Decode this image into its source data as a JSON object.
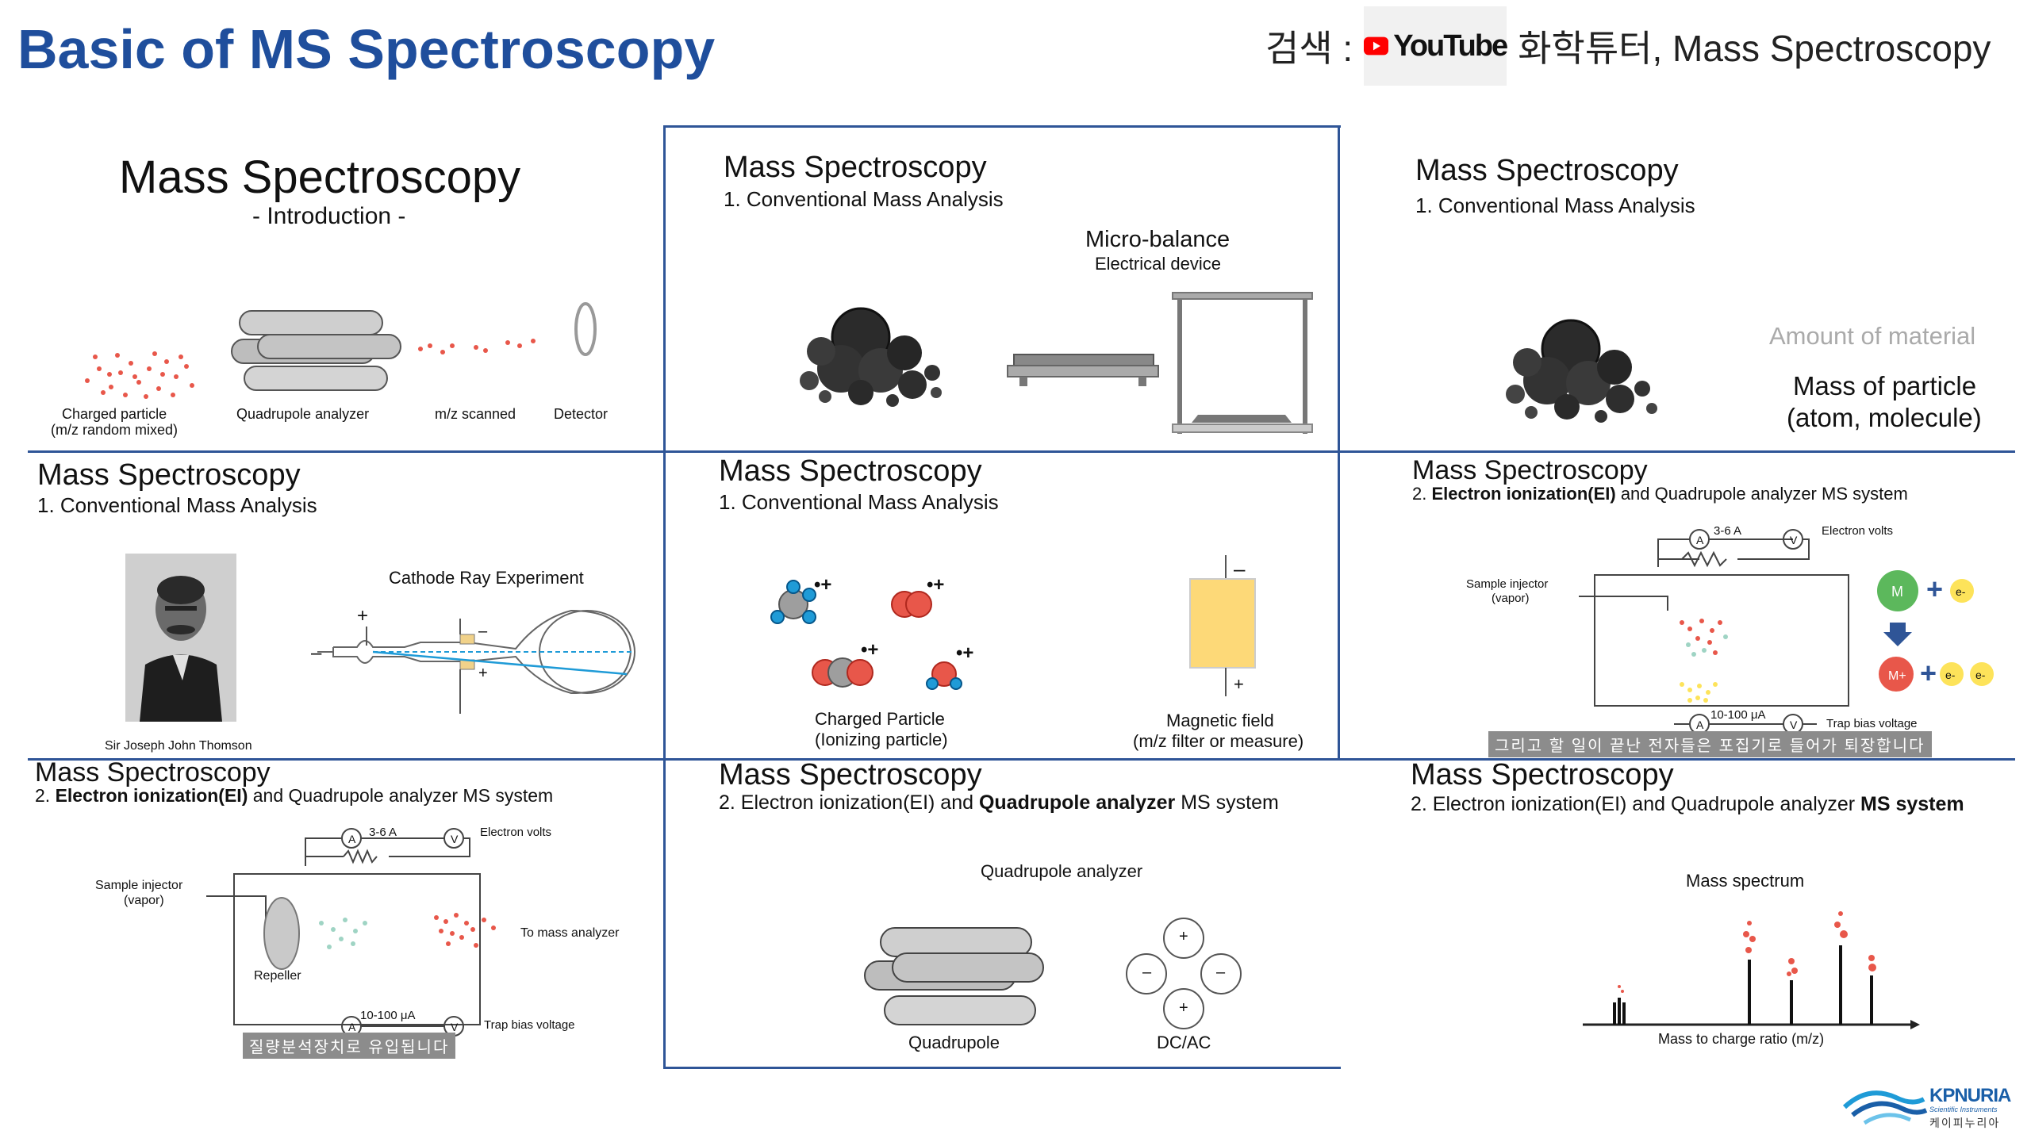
{
  "header": {
    "title": "Basic of MS Spectroscopy",
    "search_label": "검색 :",
    "youtube_word": "YouTube",
    "search_terms": "화학튜터, Mass Spectroscopy"
  },
  "panels": {
    "p1": {
      "title": "Mass Spectroscopy",
      "subtitle": "- Introduction -",
      "labels": {
        "charged": "Charged particle",
        "charged2": "(m/z random mixed)",
        "quad": "Quadrupole analyzer",
        "mz": "m/z scanned",
        "detector": "Detector"
      }
    },
    "p2": {
      "title": "Mass Spectroscopy",
      "subtitle": "1.  Conventional Mass Analysis",
      "micro": "Micro-balance",
      "electrical": "Electrical device"
    },
    "p3": {
      "title": "Mass Spectroscopy",
      "subtitle": "1.  Conventional Mass Analysis",
      "amount": "Amount of material",
      "mass1": "Mass of particle",
      "mass2": "(atom, molecule)"
    },
    "p4": {
      "title": "Mass Spectroscopy",
      "subtitle": "1.  Conventional Mass Analysis",
      "cathode": "Cathode Ray Experiment",
      "person": "Sir Joseph John Thomson",
      "plus": "+",
      "minus": "–"
    },
    "p5": {
      "title": "Mass Spectroscopy",
      "subtitle": "1.  Conventional Mass Analysis",
      "charged1": "Charged Particle",
      "charged2": "(Ionizing particle)",
      "magnet1": "Magnetic field",
      "magnet2": "(m/z filter or measure)",
      "ion_mark": "•+",
      "minus": "–",
      "plus": "+"
    },
    "p6": {
      "title": "Mass Spectroscopy",
      "subtitle_bold": "Electron ionization(EI)",
      "subtitle_pre": "2. ",
      "subtitle_rest": " and Quadrupole analyzer MS system",
      "amp": "3-6 A",
      "evolts": "Electron volts",
      "injector1": "Sample injector",
      "injector2": "(vapor)",
      "ua": "10-100 μA",
      "trap": "Trap bias voltage",
      "m": "M",
      "mplus": "M+",
      "e": "e-",
      "caption": "그리고 할 일이 끝난 전자들은 포집기로 들어가 퇴장합니다"
    },
    "p7": {
      "title": "Mass Spectroscopy",
      "subtitle_pre": "2. ",
      "subtitle_bold": "Electron ionization(EI)",
      "subtitle_rest": " and Quadrupole analyzer MS system",
      "amp": "3-6 A",
      "evolts": "Electron volts",
      "injector1": "Sample injector",
      "injector2": "(vapor)",
      "repeller": "Repeller",
      "to_mass": "To mass analyzer",
      "ua": "10-100 μA",
      "trap": "Trap bias voltage",
      "caption": "질량분석장치로 유입됩니다"
    },
    "p8": {
      "title": "Mass Spectroscopy",
      "subtitle_pre": "2. Electron ionization(EI) and ",
      "subtitle_bold": "Quadrupole analyzer",
      "subtitle_rest": " MS system",
      "analyzer": "Quadrupole analyzer",
      "quadrupole": "Quadrupole",
      "dcac": "DC/AC",
      "plus": "+",
      "minus": "–"
    },
    "p9": {
      "title": "Mass Spectroscopy",
      "subtitle_pre": "2. Electron ionization(EI) and Quadrupole analyzer ",
      "subtitle_bold": "MS system",
      "spectrum": "Mass spectrum",
      "xaxis": "Mass to charge ratio (m/z)"
    }
  },
  "logo": {
    "name": "KPNURIA",
    "tag": "Scientific Instruments",
    "korean": "케이피누리아"
  },
  "colors": {
    "title_blue": "#1f4e9c",
    "divider_blue": "#2f5597",
    "ion_red": "#e8574a",
    "ion_blue": "#1f9bd7",
    "magnet_yellow": "#fdd978",
    "m_green": "#5cb85c"
  }
}
